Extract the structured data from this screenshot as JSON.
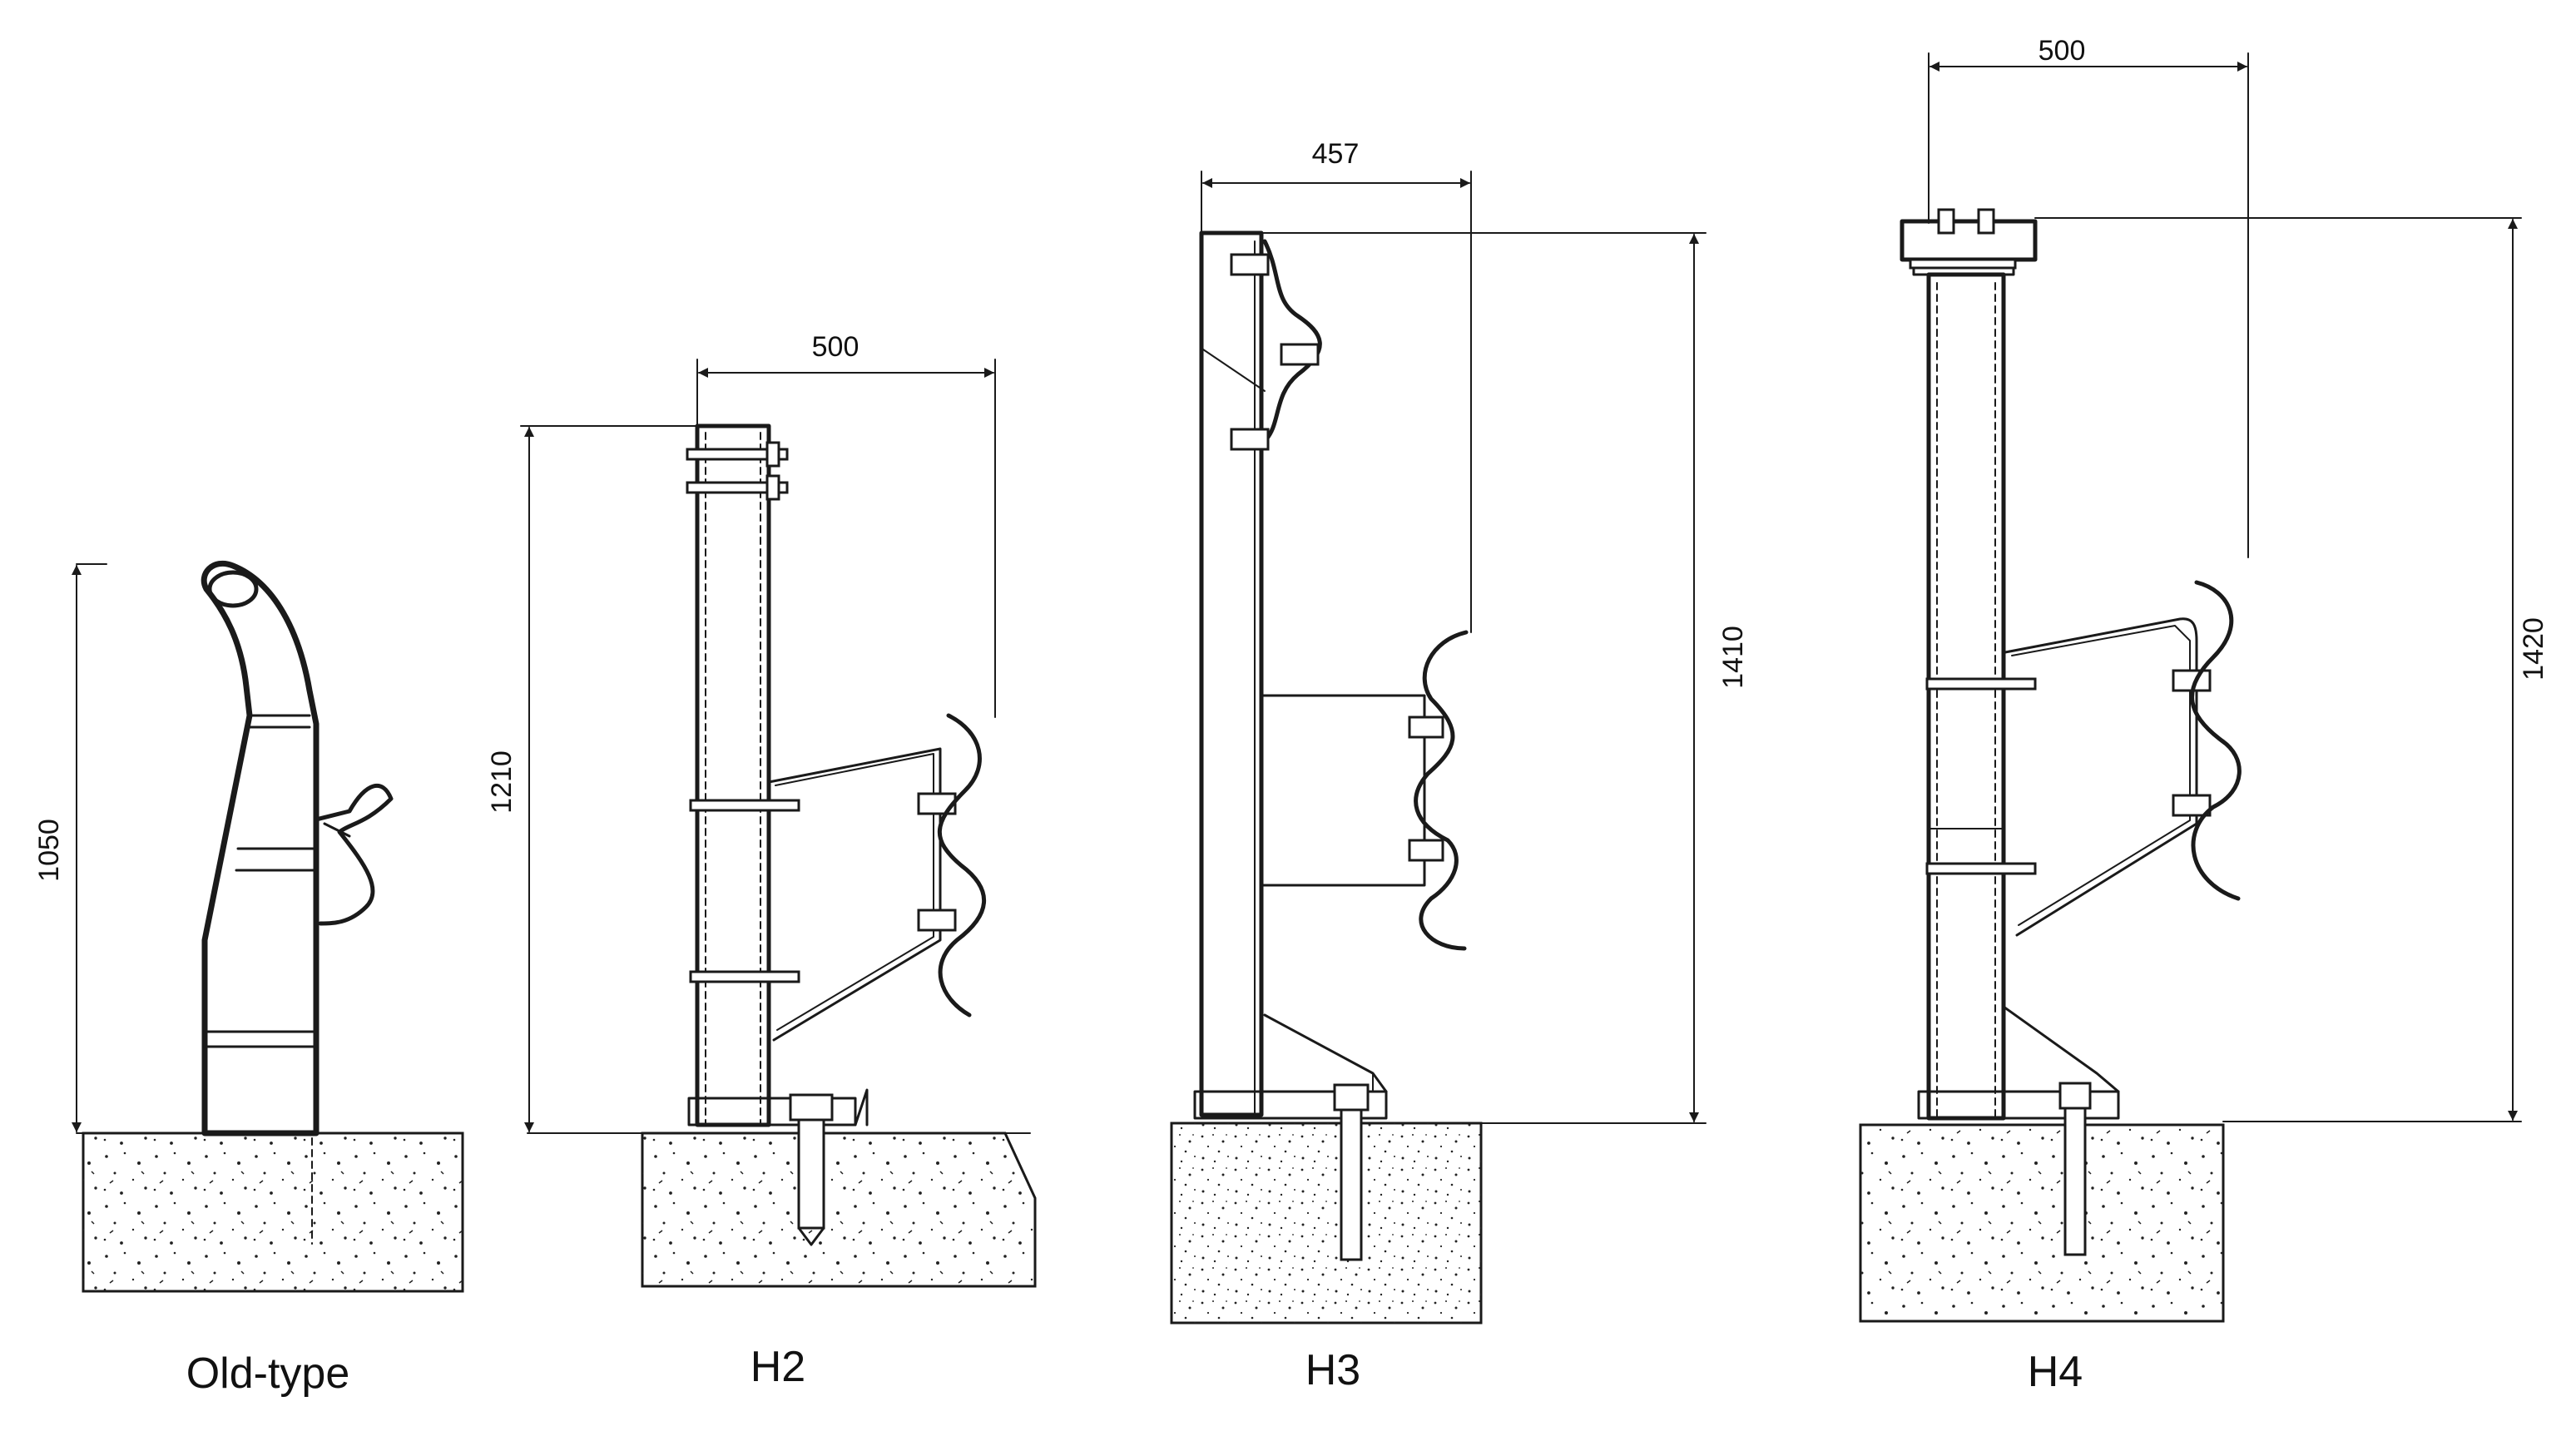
{
  "figures": [
    {
      "id": "old-type",
      "caption": "Old-type",
      "dimensions": {
        "height": "1050"
      }
    },
    {
      "id": "h2",
      "caption": "H2",
      "dimensions": {
        "width": "500",
        "height": "1210"
      }
    },
    {
      "id": "h3",
      "caption": "H3",
      "dimensions": {
        "width": "457",
        "height": "1410"
      }
    },
    {
      "id": "h4",
      "caption": "H4",
      "dimensions": {
        "width": "500",
        "height": "1420"
      }
    }
  ]
}
